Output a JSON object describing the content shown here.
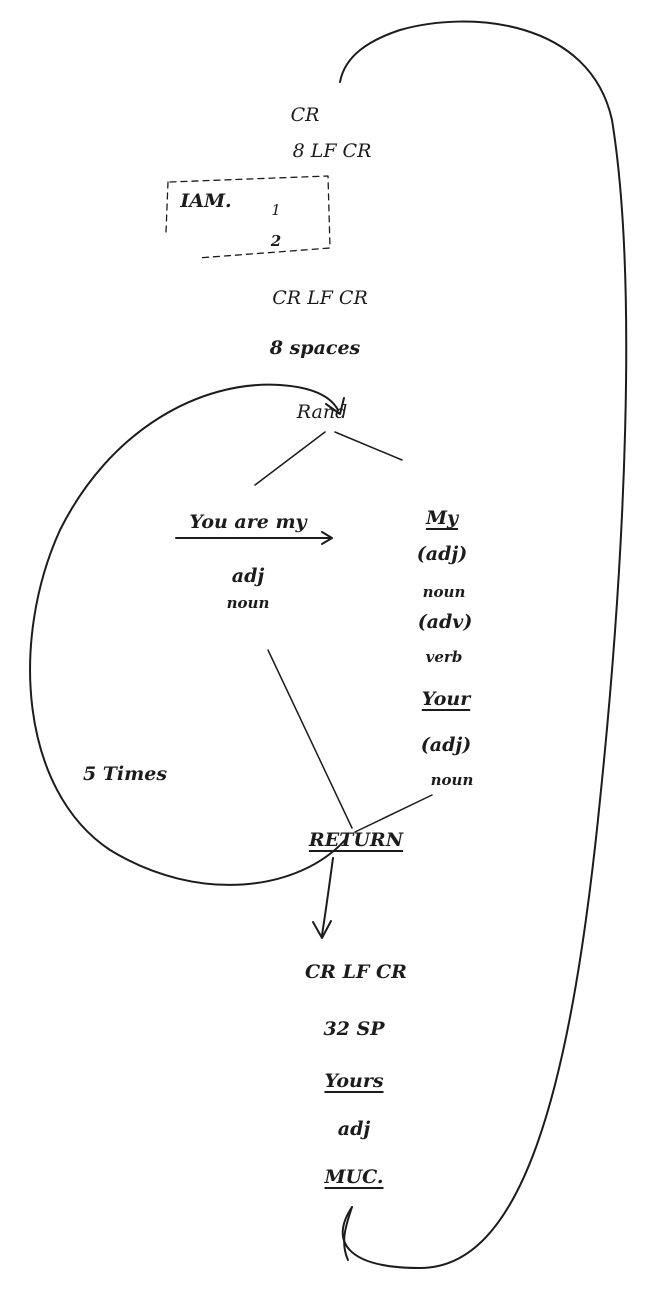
{
  "diagram": {
    "top": {
      "cr": "CR",
      "line2": "8 LF CR",
      "box_label": "IAM.",
      "box_opt1": "1",
      "box_opt2": "2"
    },
    "header": {
      "line1": "CR LF CR",
      "line2": "8 spaces",
      "rand": "Rand"
    },
    "left_branch": {
      "title": "You are my",
      "adj": "adj",
      "noun": "noun"
    },
    "right_branch": {
      "my": "My",
      "adj1": "(adj)",
      "noun": "noun",
      "adv": "(adv)",
      "verb": "verb",
      "your": "Your",
      "adj2": "(adj)",
      "noun2": "noun"
    },
    "loop_label": "5 Times",
    "return_node": "RETURN",
    "footer": {
      "line1": "CR LF CR",
      "line2": "32 SP",
      "yours": "Yours",
      "adj": "adj",
      "muc": "MUC."
    }
  }
}
